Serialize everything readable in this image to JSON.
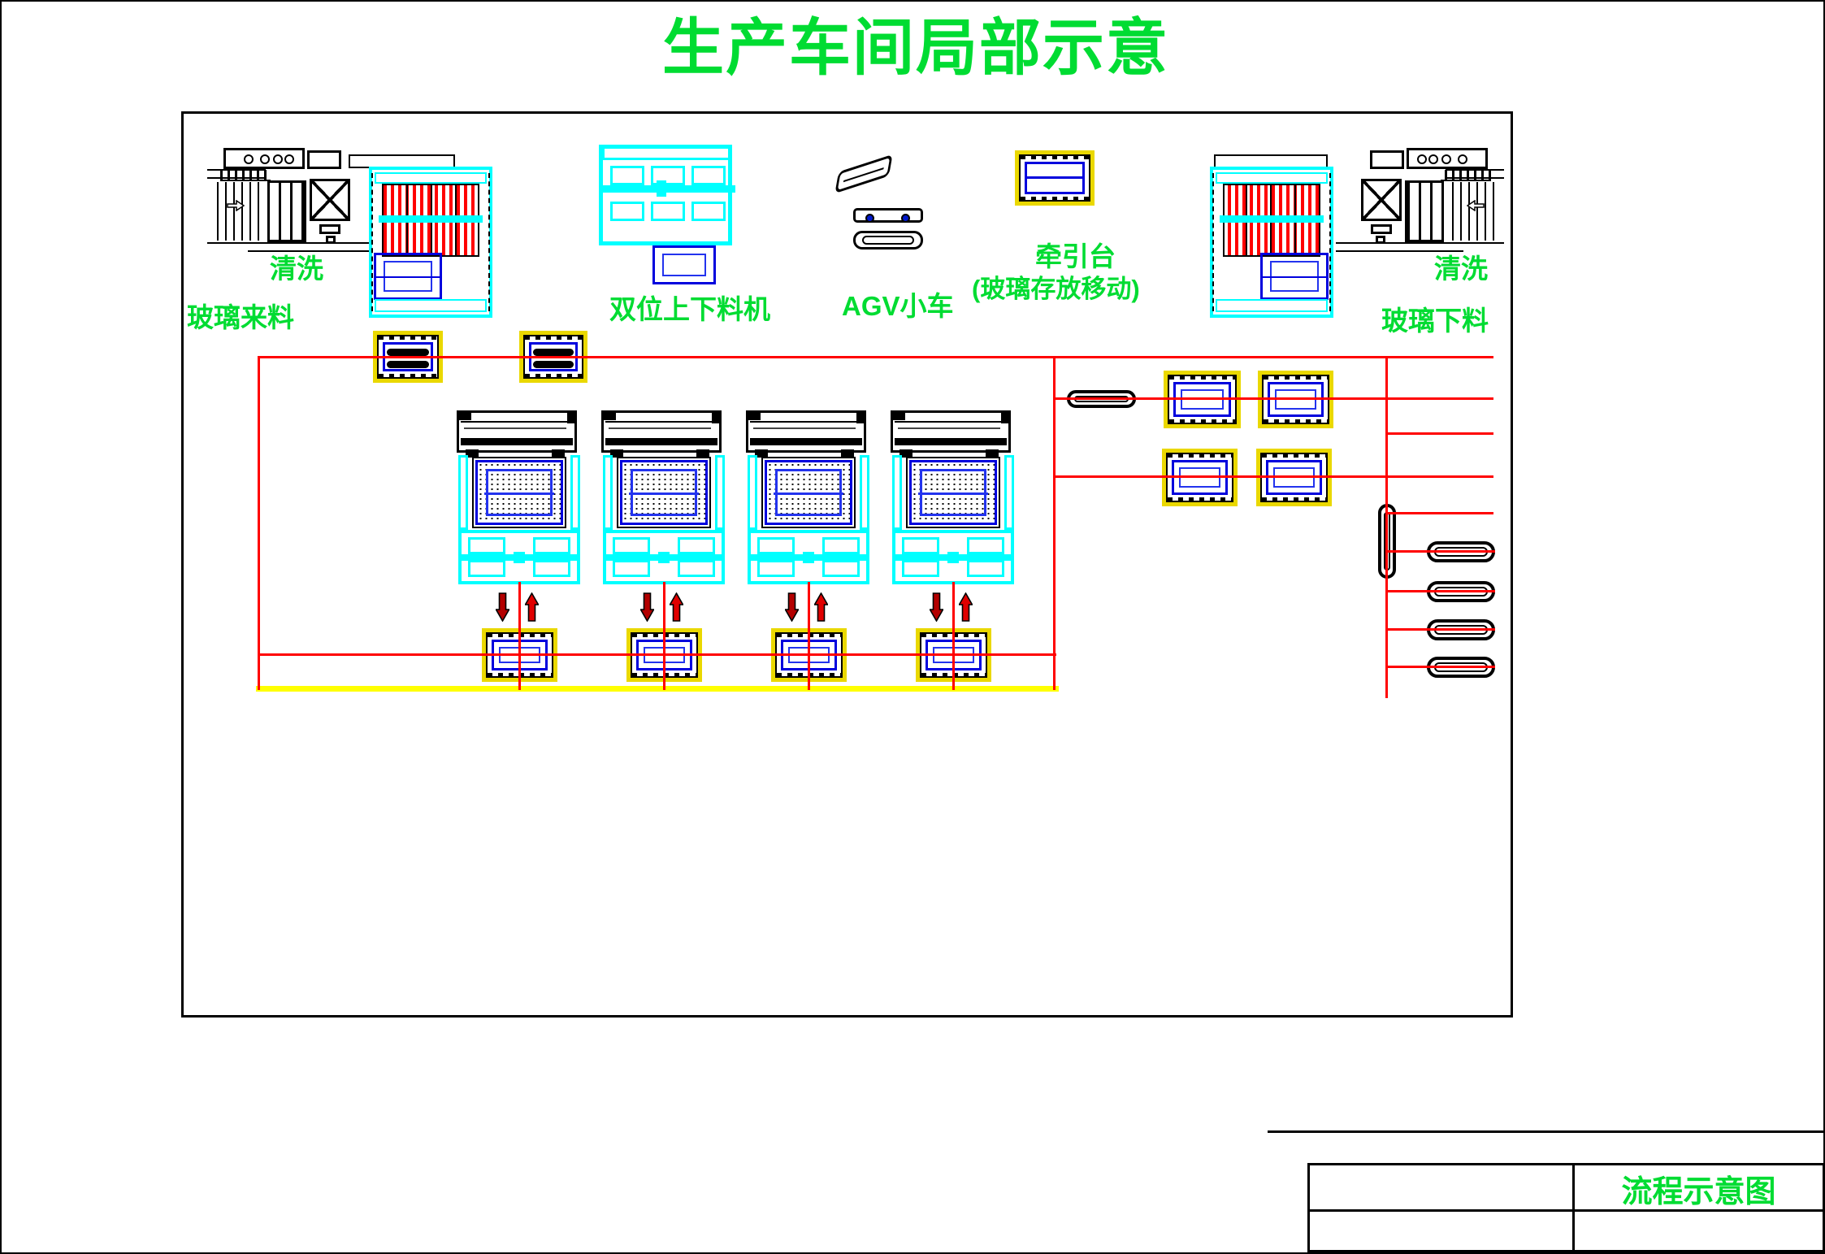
{
  "title": "生产车间局部示意",
  "labels": {
    "washer_left_process": "清洗",
    "washer_left_flow": "玻璃来料",
    "loader": "双位上下料机",
    "agv": "AGV小车",
    "tow_table": "牵引台",
    "tow_table_note": "(玻璃存放移动)",
    "washer_right_process": "清洗",
    "washer_right_flow": "玻璃下料"
  },
  "title_block": {
    "drawing_name": "流程示意图"
  },
  "colors": {
    "green": "#00DC32",
    "cyan": "#00FFFF",
    "red": "#FF0000",
    "yellow": "#FFFF00",
    "blue": "#0000DD",
    "blue2": "#2333EE",
    "boxyellow": "#EAD800",
    "darkred": "#B30000"
  }
}
